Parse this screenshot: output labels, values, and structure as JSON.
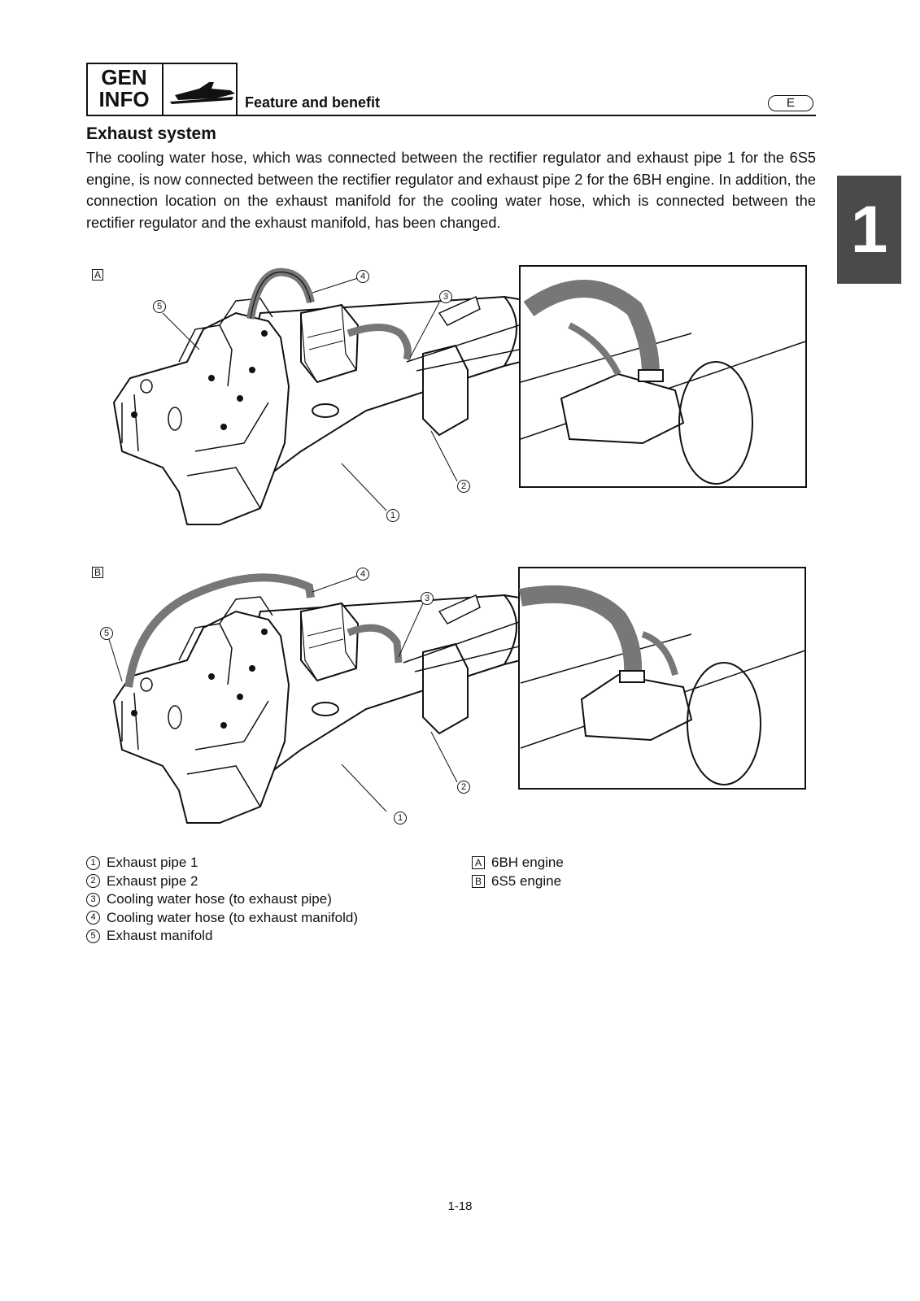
{
  "header": {
    "gen_line1": "GEN",
    "gen_line2": "INFO",
    "title": "Feature and benefit",
    "lang": "E"
  },
  "chapter_tab": "1",
  "section": {
    "title": "Exhaust system",
    "body": "The cooling water hose, which was connected between the rectifier regulator and exhaust pipe 1 for the 6S5 engine, is now connected between the rectifier regulator and exhaust pipe 2 for the 6BH engine. In addition, the connection location on the exhaust manifold for the cooling water hose, which is connected between the rectifier regulator and the exhaust manifold, has been changed."
  },
  "figures": {
    "a_label": "A",
    "b_label": "B",
    "callouts": [
      "1",
      "2",
      "3",
      "4",
      "5"
    ]
  },
  "legend": {
    "items": [
      {
        "num": "1",
        "text": "Exhaust pipe 1"
      },
      {
        "num": "2",
        "text": "Exhaust pipe 2"
      },
      {
        "num": "3",
        "text": "Cooling water hose (to exhaust pipe)"
      },
      {
        "num": "4",
        "text": "Cooling water hose (to exhaust manifold)"
      },
      {
        "num": "5",
        "text": "Exhaust manifold"
      }
    ],
    "engines": [
      {
        "label": "A",
        "text": "6BH engine"
      },
      {
        "label": "B",
        "text": "6S5 engine"
      }
    ]
  },
  "page_number": "1-18"
}
